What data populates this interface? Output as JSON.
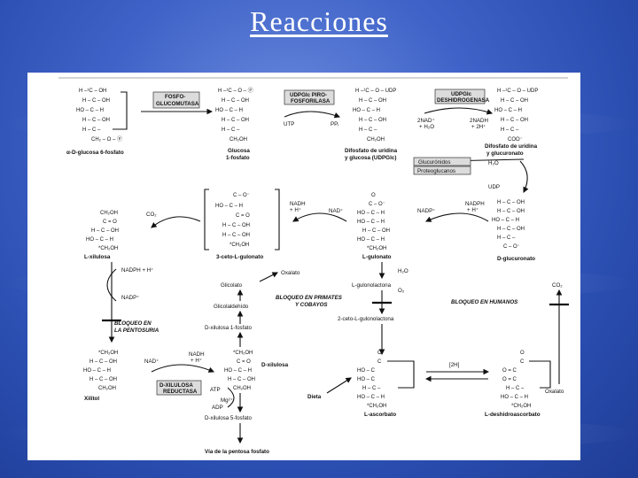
{
  "slide": {
    "title": "Reacciones"
  },
  "compounds": {
    "g6p": "α-D-glucosa 6-fosfato",
    "g1p": "Glucosa 1-fosfato",
    "udpg": "Difosfato de uridina y glucosa (UDPGlc)",
    "udpgluc": "Difosfato de uridina y glucuronato",
    "xilulosa": "L-xilulosa",
    "ceto": "3-ceto-L-gulonato",
    "gulonato": "L-gulonato",
    "glucuronato": "D-glucuronato",
    "gulonolactona": "L-gulonolactona",
    "cetogulono": "2-ceto-L-gulonolactona",
    "ascorbato": "L-ascorbato",
    "dehidro": "L-deshidroascorbato",
    "xilitol": "Xilitol",
    "dxilulosa": "D-xilulosa",
    "dx1p": "D-xilulosa 1-fosfato",
    "dx5p": "D-xilulosa 5-fosfato",
    "glicolato": "Glicolato",
    "glicolaldehido": "Glicolaldehído",
    "oxalato": "Oxalato",
    "oxalato2": "Oxalato"
  },
  "enzymes": {
    "fosfoglucomutasa_1": "FOSFO-",
    "fosfoglucomutasa_2": "GLUCOMUTASA",
    "pirofosforilasa_1": "UDPGlc PIRO-",
    "pirofosforilasa_2": "FOSFORILASA",
    "deshidrogenasa_1": "UDPGlc",
    "deshidrogenasa_2": "DESHIDROGENASA",
    "reductasa_1": "D-XILULOSA",
    "reductasa_2": "REDUCTASA"
  },
  "products": {
    "glucuronidos": "Glucurónidos",
    "proteoglucanos": "Proteoglucanos"
  },
  "blocks": {
    "primates_1": "BLOQUEO EN PRIMATES",
    "primates_2": "Y COBAYOS",
    "humanos": "BLOQUEO EN HUMANOS",
    "pentosuria_1": "BLOQUEO EN",
    "pentosuria_2": "LA PENTOSURIA"
  },
  "cofactors": {
    "utp": "UTP",
    "ppi": "PPᵢ",
    "nad2": "2NAD⁺",
    "h2o": "+ H₂O",
    "nadh2": "2NADH",
    "h2": "+ 2H⁺",
    "h2o_b": "H₂O",
    "udp": "UDP",
    "co2_a": "CO₂",
    "nadh_h": "NADH",
    "hplus": "+ H⁺",
    "nad": "NAD⁺",
    "nadp": "NADP⁺",
    "nadph": "NADPH",
    "hplus_b": "+ H⁺",
    "h2o_c": "H₂O",
    "o2": "O₂",
    "co2_b": "CO₂",
    "twoh": "[2H]",
    "nadph_h": "NADPH + H⁺",
    "nadp_b": "NADP⁺",
    "nad_b": "NAD⁺",
    "nadh_b": "NADH",
    "hplus_c": "+ H⁺",
    "atp": "ATP",
    "mg": "Mg²⁺",
    "adp": "ADP",
    "dieta": "Dieta",
    "pentosa": "Vía de la pentosa fosfato"
  }
}
